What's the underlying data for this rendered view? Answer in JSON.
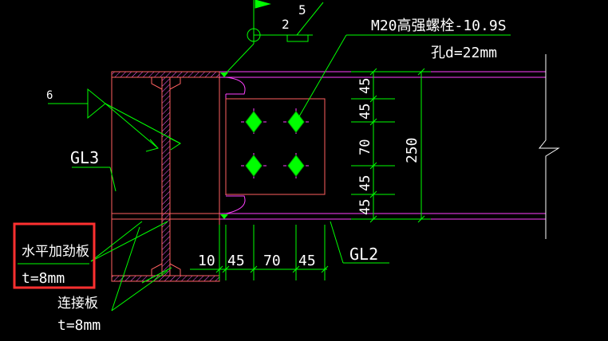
{
  "labels": {
    "bolt_spec": "M20高强螺栓-10.9S",
    "hole_dia": "孔d=22mm",
    "weld_size_top": "2",
    "weld_size_top2": "5",
    "weld_size_left": "6",
    "gl3": "GL3",
    "gl2": "GL2",
    "stiffener_name": "水平加劲板",
    "stiffener_thk": "t=8mm",
    "conn_plate_name": "连接板",
    "conn_plate_thk": "t=8mm"
  },
  "dims_horizontal": [
    "10",
    "45",
    "70",
    "45"
  ],
  "dims_vertical": [
    "45",
    "45",
    "70",
    "45",
    "45"
  ],
  "dim_total_vertical": "250",
  "colors": {
    "background": "#000000",
    "beam_lines": "#ff40ff",
    "steel_outline": "#ff6060",
    "leader_green": "#00ff00",
    "dimension_lines": "#00ff00",
    "bolt_fill": "#00ff00",
    "text": "#ffffff",
    "highlight_box": "#ff3030",
    "weld_hatch": "#ff60ff"
  },
  "bolts_count": 4
}
